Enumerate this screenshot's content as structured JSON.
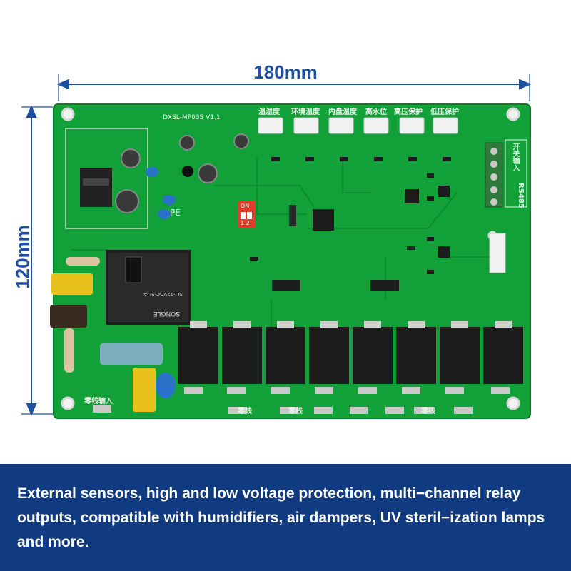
{
  "dimensions": {
    "width_label": "180mm",
    "height_label": "120mm"
  },
  "board": {
    "model": "DXSL-MP035  V1.1",
    "sensor_ports": [
      "温湿度",
      "环境温度",
      "内盘温度",
      "高水位",
      "高压保护",
      "低压保护"
    ],
    "dc_input": "开关输入",
    "rs485": "RS485",
    "pe": "PE",
    "dip_label": "ON",
    "dip_numbers": "1 2",
    "neutral_input": "零线输入",
    "neutral_lines": [
      "零线",
      "零线",
      "零线"
    ],
    "relay_brand": "SONGLE",
    "relay_model": "SLI-12VDC-SL-A"
  },
  "banner": {
    "text": "External sensors, high and low voltage protection, multi−channel relay outputs, compatible with humidifiers, air dampers, UV steril−ization lamps and more."
  },
  "colors": {
    "board": "#12a038",
    "banner": "#113b80",
    "dimension": "#1e4fa3"
  }
}
